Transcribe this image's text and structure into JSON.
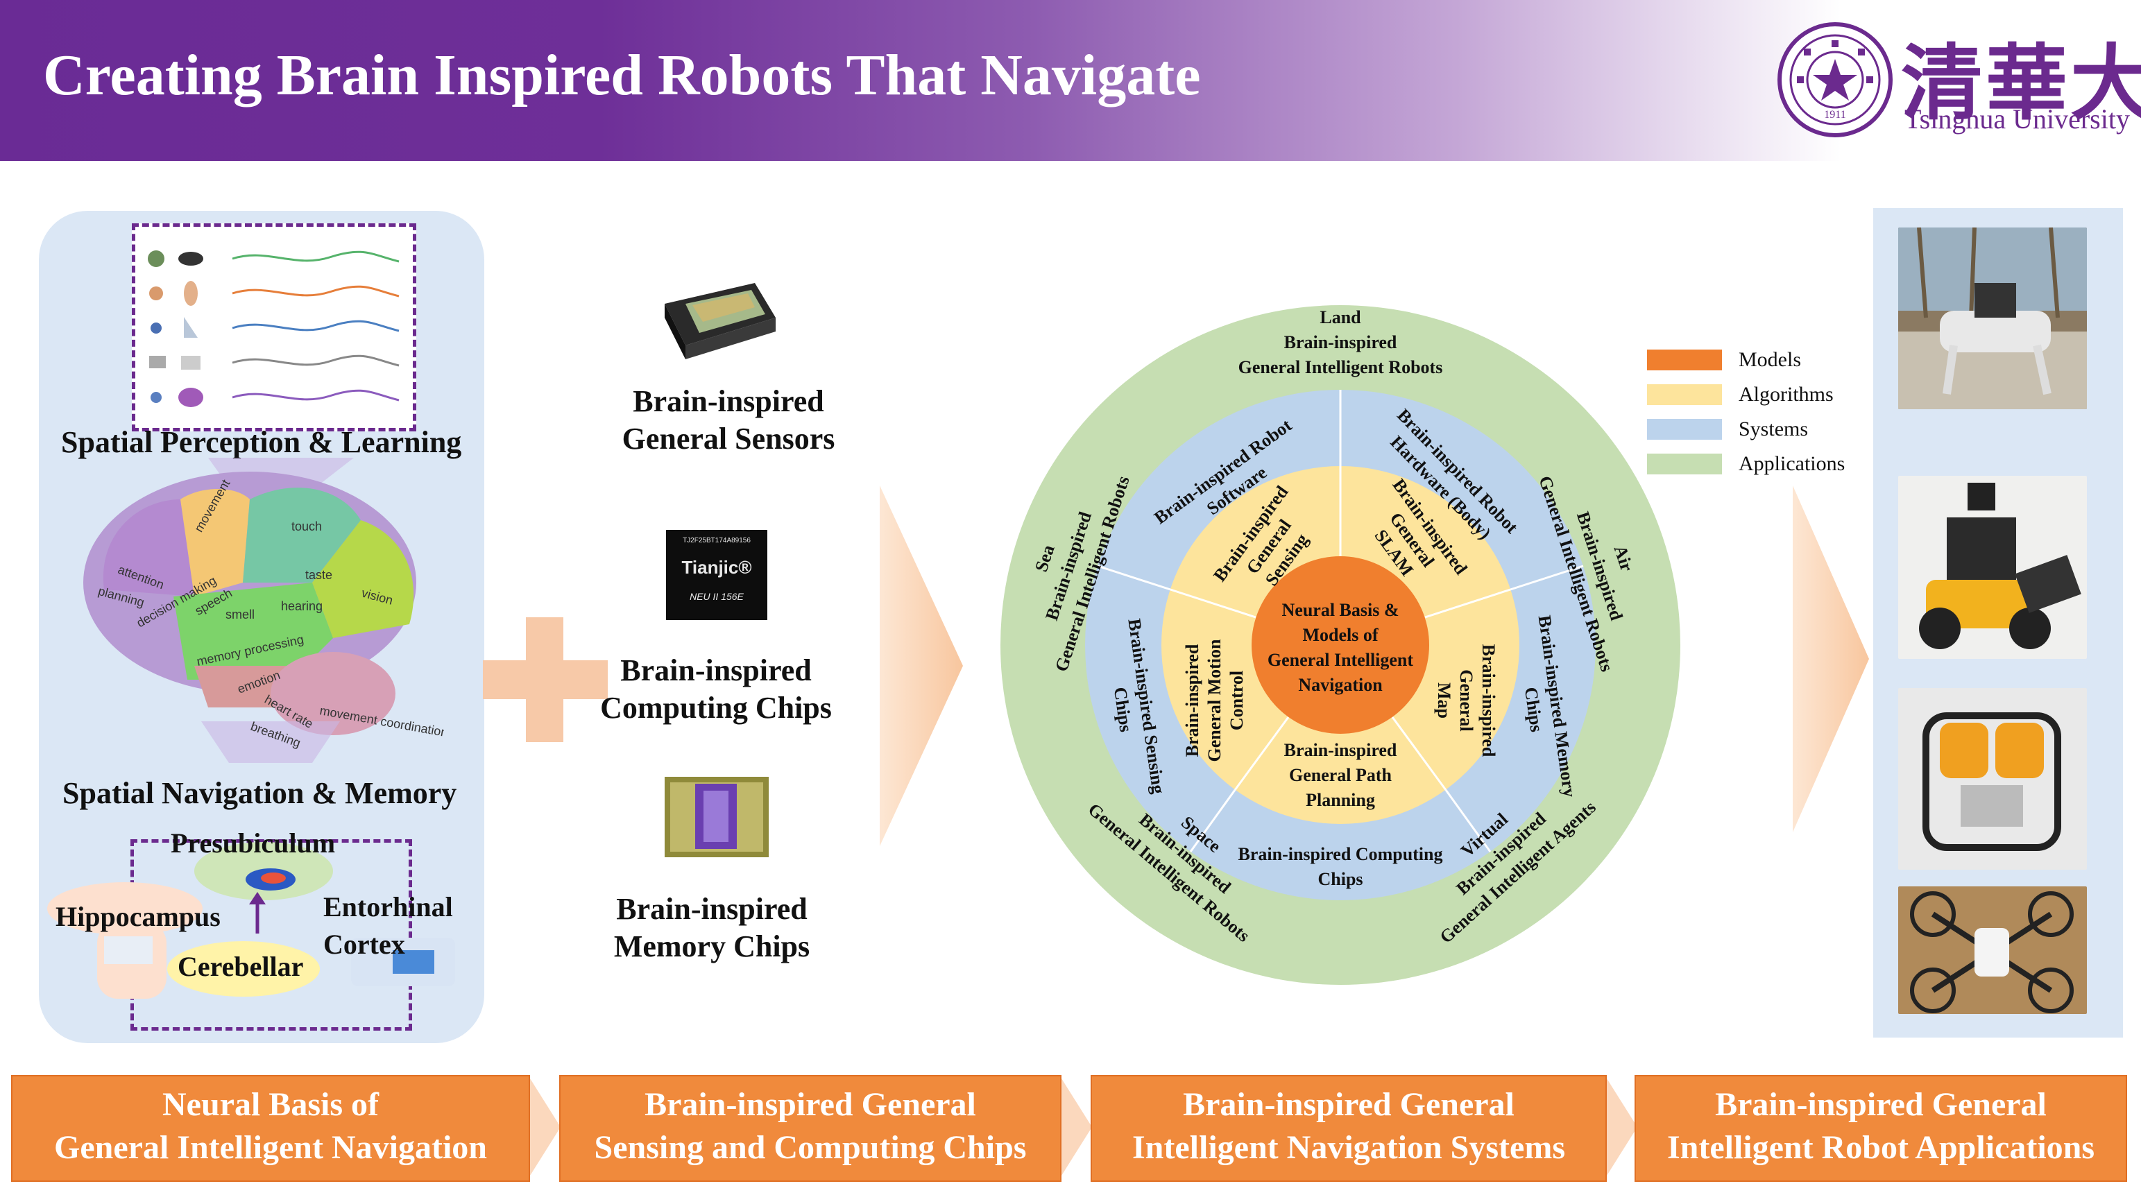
{
  "header": {
    "title": "Creating Brain Inspired Robots That Navigate",
    "university_cn": "清華大學",
    "university_en": "Tsinghua University",
    "seal_year": "1911"
  },
  "left": {
    "perception_title": "Spatial Perception & Learning",
    "brain_labels": [
      "movement",
      "touch",
      "attention",
      "planning",
      "decision making",
      "speech",
      "smell",
      "taste",
      "hearing",
      "vision",
      "memory processing",
      "emotion",
      "heart rate",
      "breathing",
      "movement coordination"
    ],
    "navigation_title": "Spatial Navigation & Memory",
    "presubiculum": "Presubiculum",
    "hippocampus": "Hippocampus",
    "entorhinal_line1": "Entorhinal",
    "entorhinal_line2": "Cortex",
    "cerebellar": "Cerebellar"
  },
  "chips": {
    "sensor_line1": "Brain-inspired",
    "sensor_line2": "General Sensors",
    "computing_line1": "Brain-inspired",
    "computing_line2": "Computing Chips",
    "memory_line1": "Brain-inspired",
    "memory_line2": "Memory Chips",
    "tianjic_top": "TJ2F25BT174A89156",
    "tianjic_name": "Tianjic®",
    "tianjic_bottom": "NEU II 156E"
  },
  "wheel": {
    "center": [
      "Neural Basis &",
      "Models of",
      "General Intelligent",
      "Navigation"
    ],
    "algorithms": {
      "sensing": [
        "Brain-inspired",
        "General",
        "Sensing"
      ],
      "slam": [
        "Brain-inspired",
        "General",
        "SLAM"
      ],
      "map": [
        "Brain-inspired",
        "General",
        "Map"
      ],
      "path": [
        "Brain-inspired",
        "General Path",
        "Planning"
      ],
      "motion": [
        "Brain-inspired",
        "General Motion",
        "Control"
      ]
    },
    "systems": {
      "software": [
        "Brain-inspired Robot",
        "Software"
      ],
      "hardware": [
        "Brain-inspired Robot",
        "Hardware (Body)"
      ],
      "memory_chips": [
        "Brain-inspired Memory",
        "Chips"
      ],
      "computing_chips": [
        "Brain-inspired Computing",
        "Chips"
      ],
      "sensing_chips": [
        "Brain-inspired Sensing",
        "Chips"
      ]
    },
    "applications": {
      "land": [
        "Land",
        "Brain-inspired",
        "General Intelligent Robots"
      ],
      "air": [
        "Air",
        "Brain-inspired",
        "General Intelligent Robots"
      ],
      "virtual": [
        "Virtual",
        "Brain-inspired",
        "General Intelligent Agents"
      ],
      "space": [
        "Space",
        "Brain-inspired",
        "General Intelligent Robots"
      ],
      "sea": [
        "Sea",
        "Brain-inspired",
        "General Intelligent Robots"
      ]
    }
  },
  "legend": [
    {
      "label": "Models",
      "color": "#f07f2e"
    },
    {
      "label": "Algorithms",
      "color": "#fde49c"
    },
    {
      "label": "Systems",
      "color": "#bcd3ec"
    },
    {
      "label": "Applications",
      "color": "#c6deb2"
    }
  ],
  "stages": [
    {
      "line1": "Neural Basis of",
      "line2": "General Intelligent Navigation"
    },
    {
      "line1": "Brain-inspired General",
      "line2": "Sensing and Computing Chips"
    },
    {
      "line1": "Brain-inspired General",
      "line2": "Intelligent Navigation Systems"
    },
    {
      "line1": "Brain-inspired General",
      "line2": "Intelligent Robot Applications"
    }
  ],
  "colors": {
    "purple": "#6b2a8e",
    "orange": "#f08a3c",
    "panel_blue": "#dbe7f5",
    "models": "#f07f2e",
    "algorithms": "#fde49c",
    "systems": "#bcd3ec",
    "applications": "#c6deb2"
  }
}
